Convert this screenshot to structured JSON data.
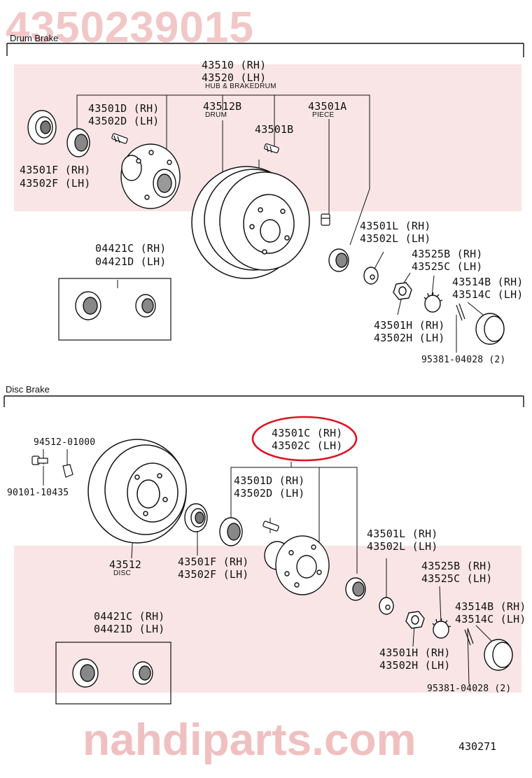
{
  "watermark": {
    "part_number": "4350239015",
    "site": "nahdiparts.com"
  },
  "figure_number": "430271",
  "colors": {
    "highlight": "#e01020",
    "watermark": "#f2c4c4",
    "line": "#111111"
  },
  "drum_section": {
    "title": "Drum Brake",
    "labels": {
      "hub_rh": "43510 (RH)",
      "hub_lh": "43520 (LH)",
      "hub_sub": "HUB & BRAKEDRUM",
      "bolt_rh": "43501D (RH)",
      "bolt_lh": "43502D (LH)",
      "drum": "43512B",
      "drum_sub": "DRUM",
      "piece": "43501A",
      "piece_sub": "PIECE",
      "drum_bolt": "43501B",
      "seal_rh": "43501F (RH)",
      "seal_lh": "43502F (LH)",
      "bearing_rh": "04421C (RH)",
      "bearing_lh": "04421D (LH)",
      "outer_brg_rh": "43501L (RH)",
      "outer_brg_lh": "43502L (LH)",
      "lock_rh": "43525B (RH)",
      "lock_lh": "43525C (LH)",
      "cap_rh": "43514B (RH)",
      "cap_lh": "43514C (LH)",
      "nut_rh": "43501H (RH)",
      "nut_lh": "43502H (LH)",
      "pin": "95381-04028 (2)"
    }
  },
  "disc_section": {
    "title": "Disc Brake",
    "labels": {
      "hub_rh": "43501C (RH)",
      "hub_lh": "43502C (LH)",
      "screw": "94512-01000",
      "bolt_disc": "90101-10435",
      "bolt_rh": "43501D (RH)",
      "bolt_lh": "43502D (LH)",
      "disc": "43512",
      "disc_sub": "DISC",
      "seal_rh": "43501F (RH)",
      "seal_lh": "43502F (LH)",
      "outer_brg_rh": "43501L (RH)",
      "outer_brg_lh": "43502L (LH)",
      "lock_rh": "43525B (RH)",
      "lock_lh": "43525C (LH)",
      "cap_rh": "43514B (RH)",
      "cap_lh": "43514C (LH)",
      "bearing_rh": "04421C (RH)",
      "bearing_lh": "04421D (LH)",
      "nut_rh": "43501H (RH)",
      "nut_lh": "43502H (LH)",
      "pin": "95381-04028 (2)"
    }
  }
}
